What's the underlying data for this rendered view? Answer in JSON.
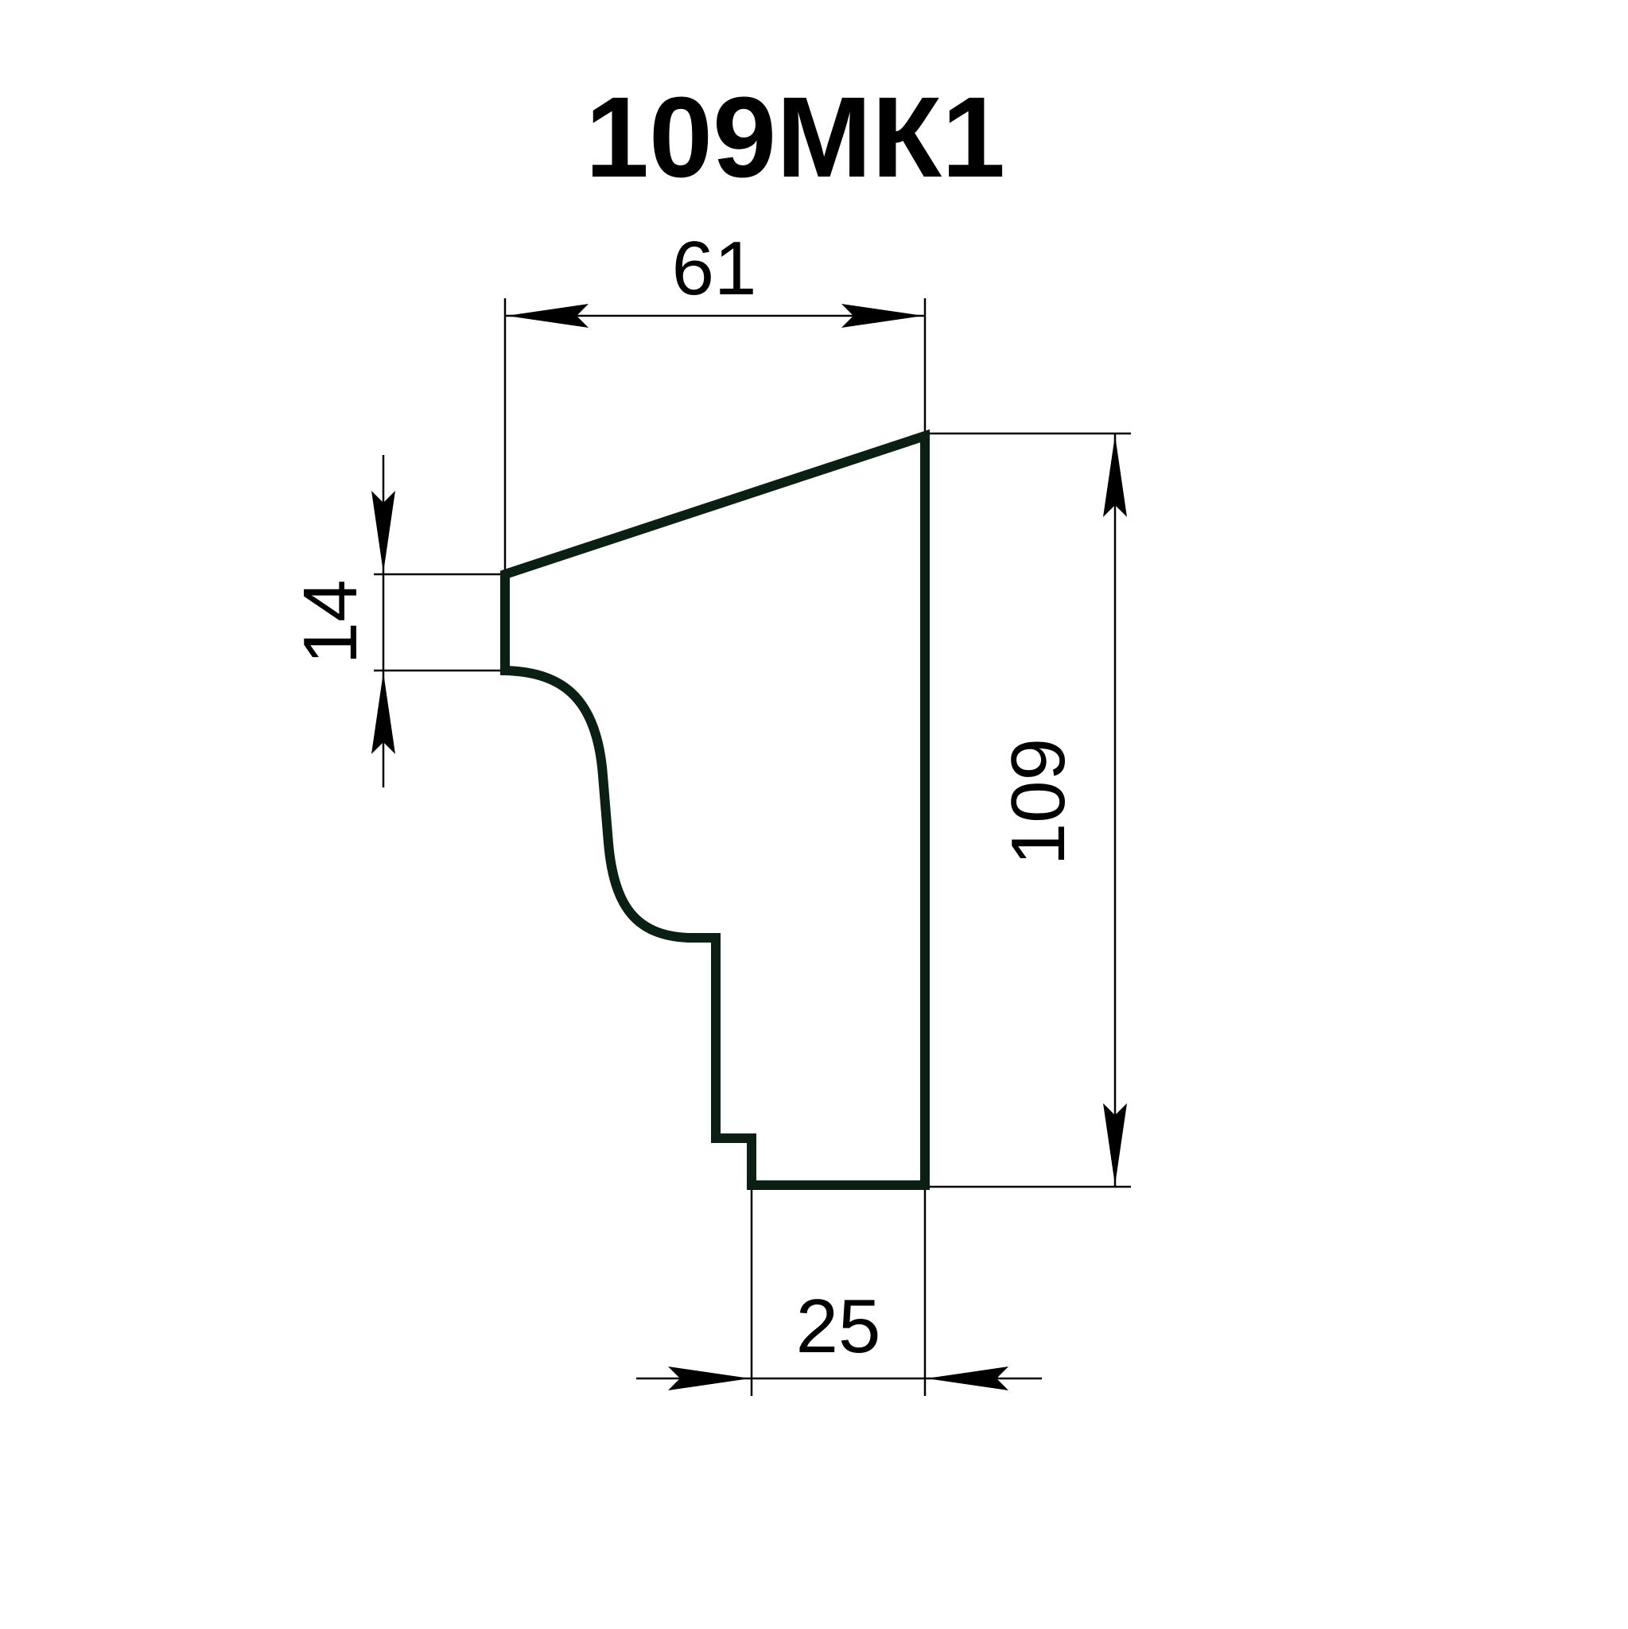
{
  "title": "109МК1",
  "colors": {
    "outline": "#0b1f14",
    "lines": "#000000",
    "background": "#ffffff"
  },
  "dimensions": {
    "width_top": "61",
    "height_total": "109",
    "front_height": "14",
    "width_bottom": "25"
  }
}
